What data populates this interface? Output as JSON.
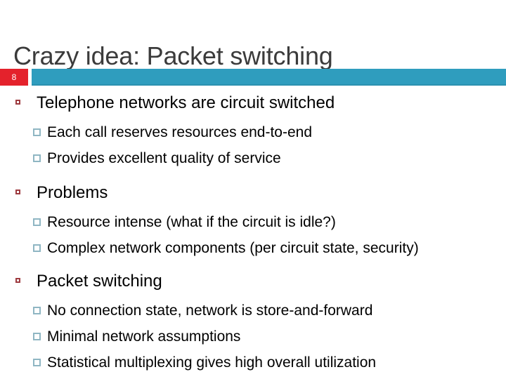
{
  "slide": {
    "title": "Crazy idea: Packet switching",
    "number": "8",
    "accent_teal": "#2f9dbe",
    "accent_red": "#e4222c",
    "title_color": "#3b3b3b",
    "body_color": "#000000",
    "bullet_level1_color": "#9e3b40",
    "bullet_level2_color": "#8fb6c3",
    "background": "#ffffff"
  },
  "body": {
    "groups": [
      {
        "heading": "Telephone networks are circuit switched",
        "items": [
          "Each call reserves resources end-to-end",
          "Provides excellent quality of service"
        ]
      },
      {
        "heading": "Problems",
        "items": [
          "Resource intense (what if the circuit is idle?)",
          "Complex network components (per circuit state, security)"
        ]
      },
      {
        "heading": "Packet switching",
        "items": [
          "No connection state, network is store-and-forward",
          "Minimal network assumptions",
          "Statistical multiplexing gives high overall utilization"
        ]
      }
    ]
  }
}
